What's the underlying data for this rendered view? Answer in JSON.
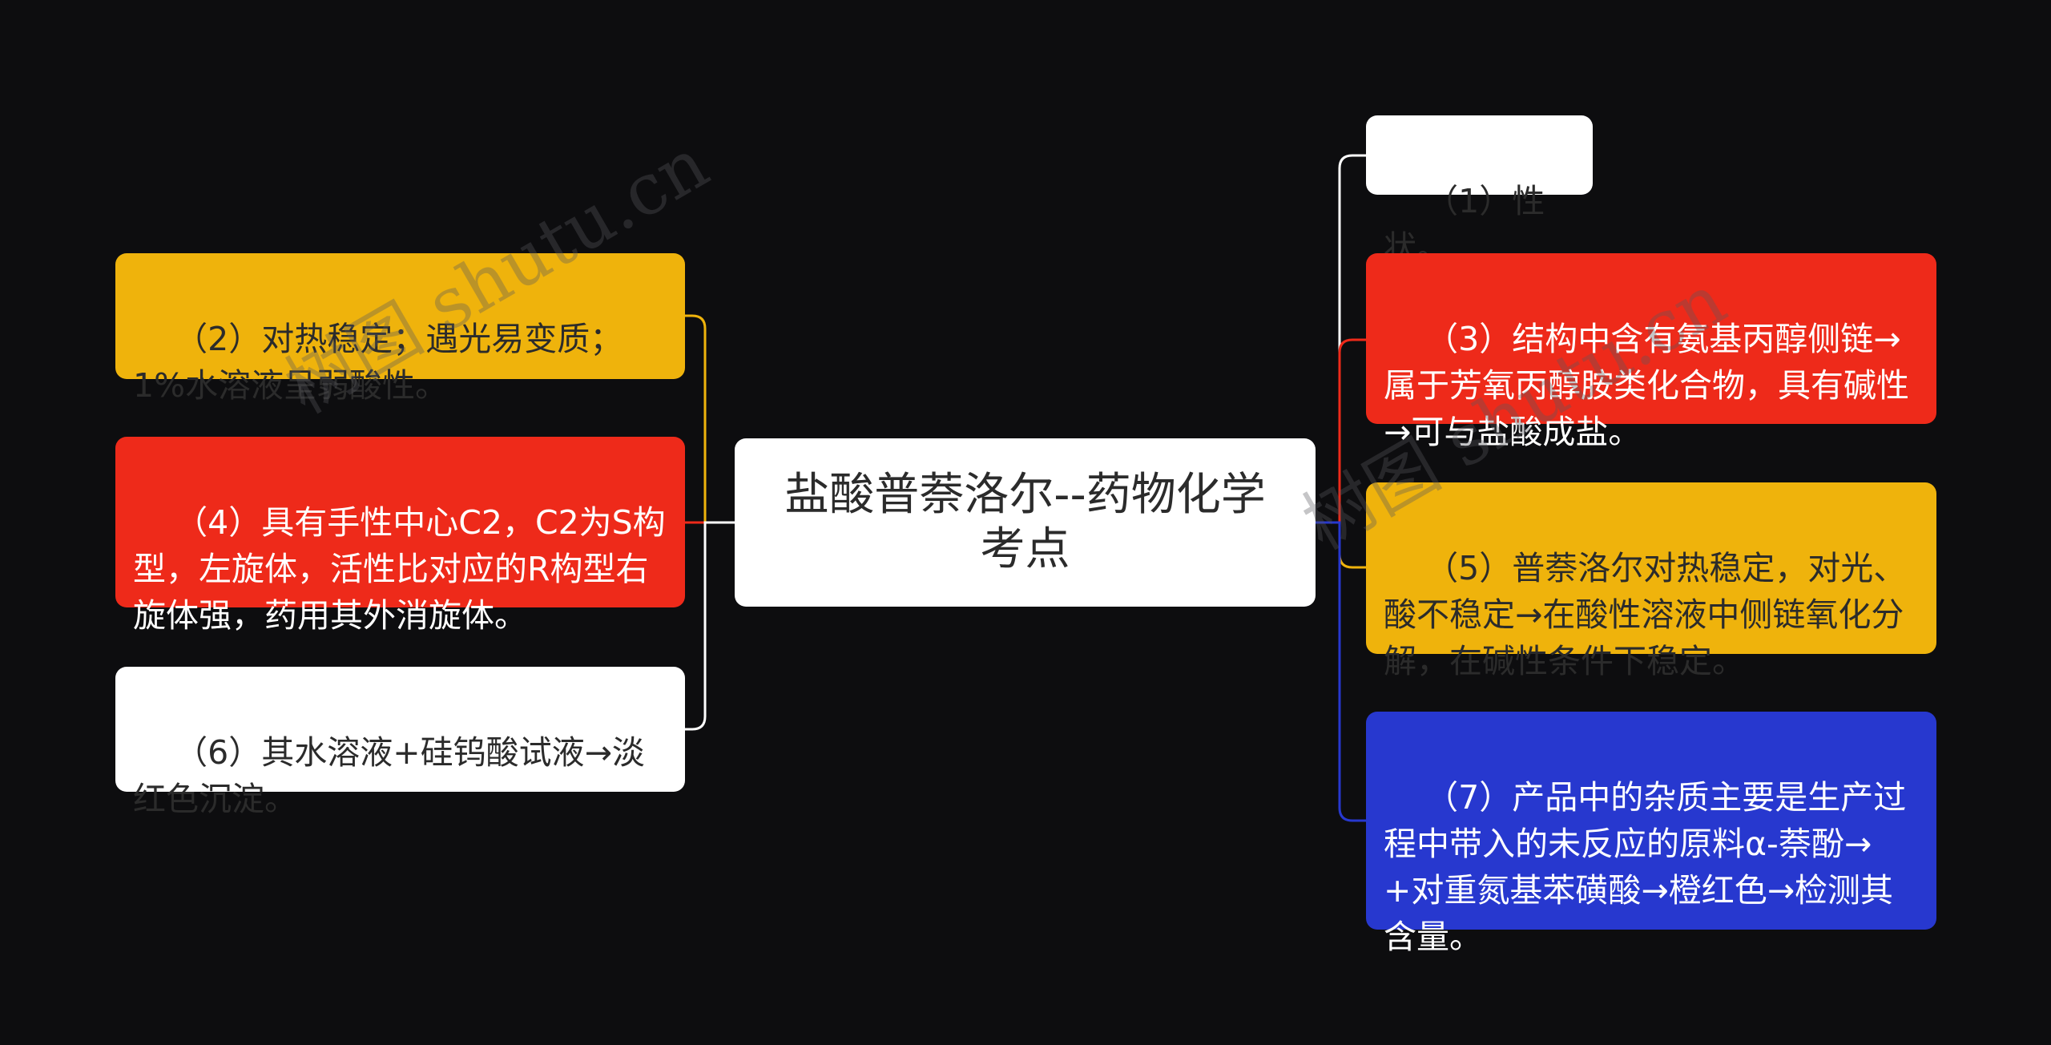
{
  "center": {
    "label": "盐酸普萘洛尔--药物化学考点"
  },
  "left_nodes": [
    {
      "id": "n2",
      "label": "（2）对热稳定；遇光易变质；1%水溶液呈弱酸性。",
      "color": "#efb30c"
    },
    {
      "id": "n4",
      "label": "（4）具有手性中心C2，C2为S构型，左旋体，活性比对应的R构型右旋体强，药用其外消旋体。",
      "color": "#ee2a1a"
    },
    {
      "id": "n6",
      "label": "（6）其水溶液+硅钨酸试液→淡红色沉淀。",
      "color": "#ffffff"
    }
  ],
  "right_nodes": [
    {
      "id": "n1",
      "label": "（1）性状。",
      "color": "#ffffff"
    },
    {
      "id": "n3",
      "label": "（3）结构中含有氨基丙醇侧链→属于芳氧丙醇胺类化合物，具有碱性→可与盐酸成盐。",
      "color": "#ee2a1a"
    },
    {
      "id": "n5",
      "label": "（5）普萘洛尔对热稳定，对光、酸不稳定→在酸性溶液中侧链氧化分解，在碱性条件下稳定。",
      "color": "#efb30c"
    },
    {
      "id": "n7",
      "label": "（7）产品中的杂质主要是生产过程中带入的未反应的原料α-萘酚→+对重氮基苯磺酸→橙红色→检测其含量。",
      "color": "#2738cf"
    }
  ],
  "watermark": {
    "text": "树图 shutu.cn"
  },
  "colors": {
    "background": "#0d0d0f",
    "yellow": "#efb30c",
    "red": "#ee2a1a",
    "blue": "#2738cf",
    "white": "#ffffff"
  }
}
